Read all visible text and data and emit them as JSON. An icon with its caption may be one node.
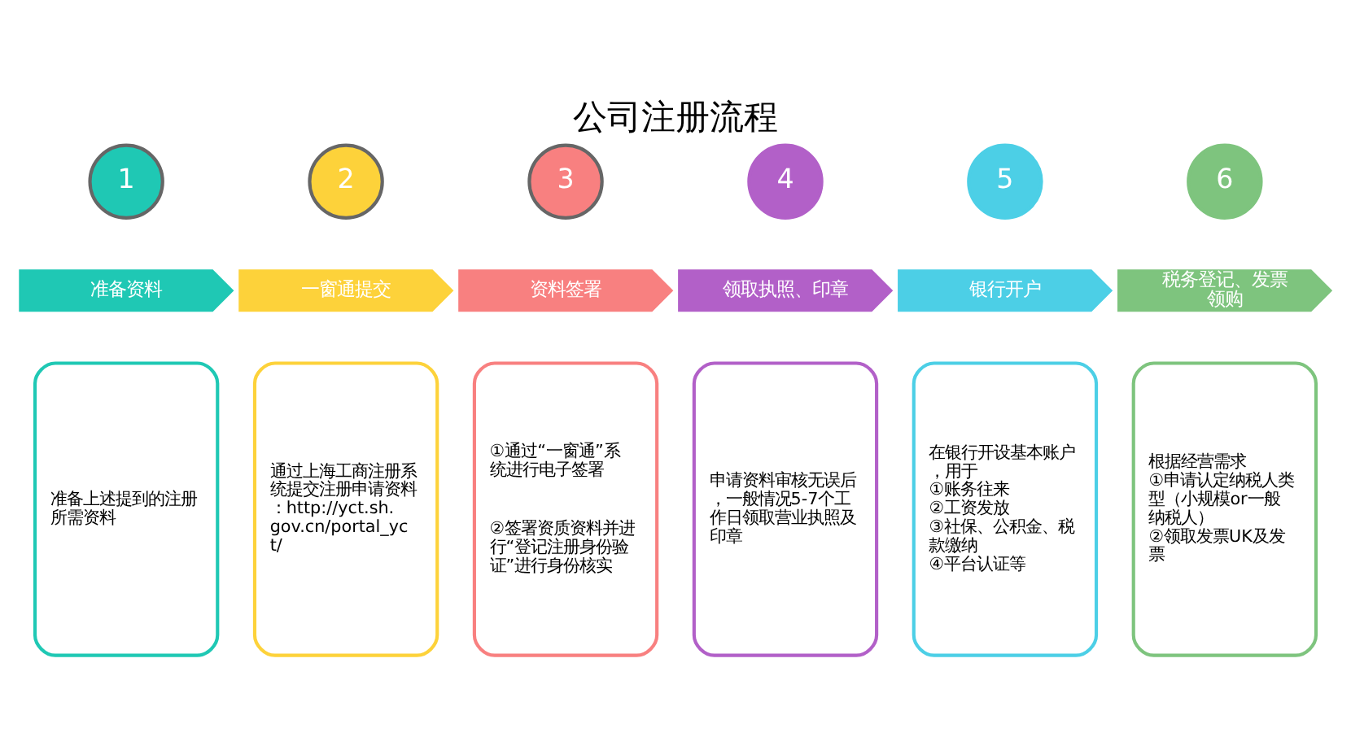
{
  "diagram": {
    "title": "公司注册流程",
    "nodes": [
      {
        "text": [
          "1"
        ]
      },
      {
        "text": [
          "2"
        ]
      },
      {
        "text": [
          "3"
        ]
      },
      {
        "text": [
          "4"
        ]
      },
      {
        "text": [
          "5"
        ]
      },
      {
        "text": [
          "6"
        ]
      },
      {
        "text": [
          "准备资料"
        ]
      },
      {
        "text": [
          "一窗通提交"
        ]
      },
      {
        "text": [
          "资料签署"
        ]
      },
      {
        "text": [
          "领取执照、印章"
        ]
      },
      {
        "text": [
          "银行开户"
        ]
      },
      {
        "text": [
          "税务登记、发票领购"
        ]
      },
      {
        "text": [
          "准备上述提到的注册所需资料"
        ]
      },
      {
        "text": [
          "通过上海工商注册系统提交注册申请资料：http://yct.sh.gov.cn/portal_yct/"
        ]
      },
      {
        "text": [
          "①通过“一窗通”系统进行电子签署",
          "②签署资质资料并进行“登记注册身份验证”进行身份核实"
        ]
      },
      {
        "text": [
          "申请资料审核无误后，一般情况5-7个工作日领取营业执照及印章"
        ]
      },
      {
        "text": [
          "在银行开设基本账户，用于",
          "①账务往来",
          "②工资发放",
          "③社保、公积金、税款缴纳",
          "④平台认证等"
        ]
      },
      {
        "text": [
          "根据经营需求",
          "①申请认定纳税人类型（小规模or一般纳税人）",
          "②领取发票UK及发票"
        ]
      }
    ]
  }
}
